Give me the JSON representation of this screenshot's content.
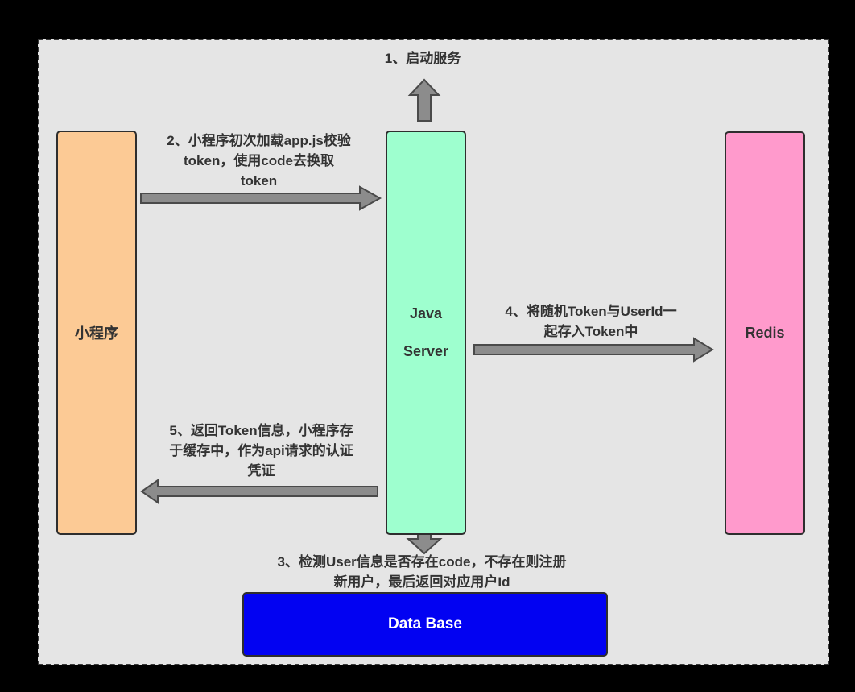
{
  "figure": {
    "outer_background": "#000000",
    "canvas_background": "#E5E5E5",
    "arrow_fill": "#8C8C8C",
    "arrow_stroke": "#4A4A4A",
    "text_color": "#333333"
  },
  "nodes": {
    "miniprogram": {
      "label": "小程序",
      "color": "#FCCA95"
    },
    "java_server": {
      "line1": "Java",
      "line2": "Server",
      "color": "#9EFFCF"
    },
    "redis": {
      "label": "Redis",
      "color": "#FF9ACC"
    },
    "database": {
      "label": "Data Base",
      "color": "#0202F2"
    }
  },
  "steps": {
    "step1": {
      "lines": [
        "1、启动服务"
      ],
      "arrow": "up-from-java-server"
    },
    "step2": {
      "lines": [
        "2、小程序初次加载app.js校验",
        "token，使用code去换取",
        "token"
      ],
      "arrow": "miniprogram-to-java-server"
    },
    "step3": {
      "lines": [
        "3、检测User信息是否存在code，不存在则注册",
        "新用户，最后返回对应用户Id"
      ],
      "arrow": "java-server-down-to-database"
    },
    "step4": {
      "lines": [
        "4、将随机Token与UserId一",
        "起存入Token中"
      ],
      "arrow": "java-server-to-redis"
    },
    "step5": {
      "lines": [
        "5、返回Token信息，小程序存",
        "于缓存中，作为api请求的认证",
        "凭证"
      ],
      "arrow": "java-server-to-miniprogram"
    }
  }
}
